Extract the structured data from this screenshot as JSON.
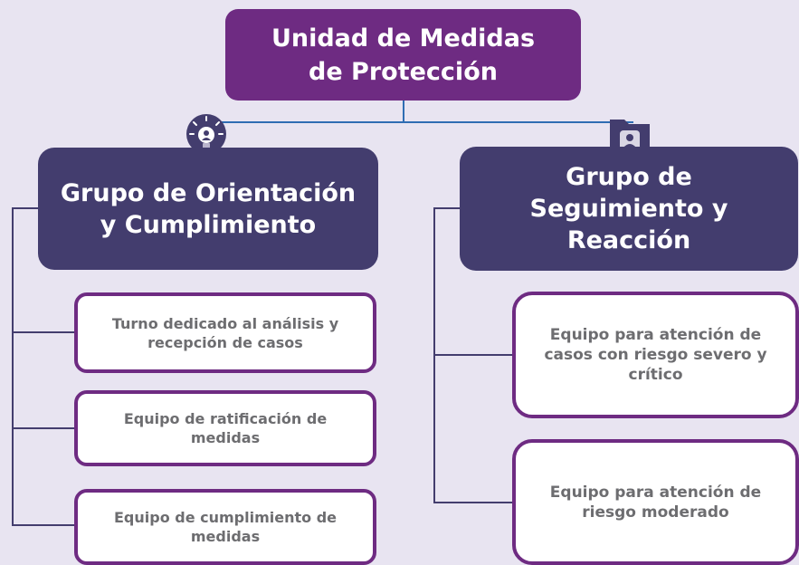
{
  "root": {
    "line1": "Unidad de Medidas",
    "line2": "de Protección"
  },
  "groups": [
    {
      "line1": "Grupo de Orientación",
      "line2": "y Cumplimiento",
      "items": [
        {
          "line1": "Turno dedicado al análisis y",
          "line2": "recepción de casos"
        },
        {
          "line1": "Equipo de ratificación de",
          "line2": "medidas"
        },
        {
          "line1": "Equipo de cumplimiento de",
          "line2": "medidas"
        }
      ]
    },
    {
      "line1": "Grupo de",
      "line2": "Seguimiento y",
      "line3": "Reacción",
      "items": [
        {
          "line1": "Equipo para atención de",
          "line2": "casos con riesgo severo y",
          "line3": "crítico"
        },
        {
          "line1": "Equipo para atención de",
          "line2": "riesgo moderado"
        }
      ]
    }
  ],
  "icons": {
    "left": "lightbulb-person-icon",
    "right": "folder-person-icon"
  },
  "colors": {
    "background": "#e8e4f1",
    "root": "#6e2b82",
    "group": "#433d6e",
    "item_border": "#6e2b82",
    "item_text": "#6d6d70",
    "connector_top": "#2f6db3",
    "connector_side": "#433d6e"
  }
}
